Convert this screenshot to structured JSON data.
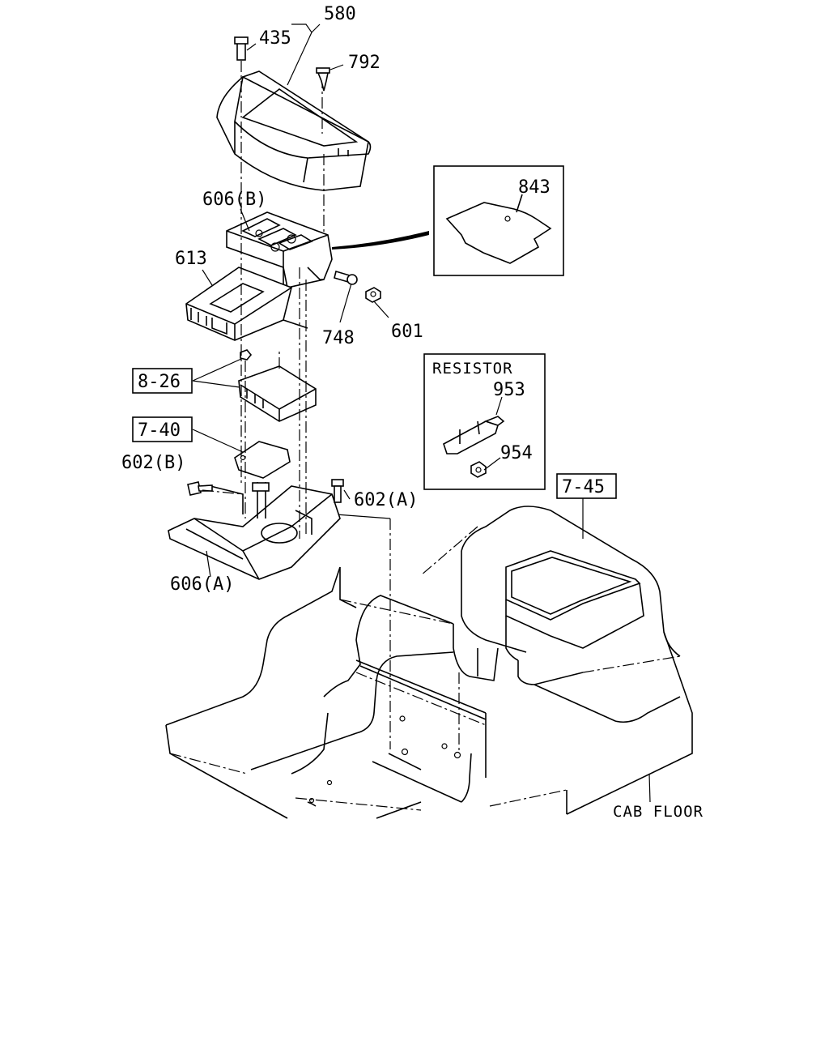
{
  "labels": {
    "p580": "580",
    "p435": "435",
    "p792": "792",
    "p843": "843",
    "p606b": "606(B)",
    "p613": "613",
    "p748": "748",
    "p601": "601",
    "ref826": "8-26",
    "ref740": "7-40",
    "p602b": "602(B)",
    "p602a": "602(A)",
    "p606a": "606(A)",
    "resistor_title": "RESISTOR",
    "p953": "953",
    "p954": "954",
    "ref745": "7-45",
    "cab_floor": "CAB FLOOR"
  }
}
